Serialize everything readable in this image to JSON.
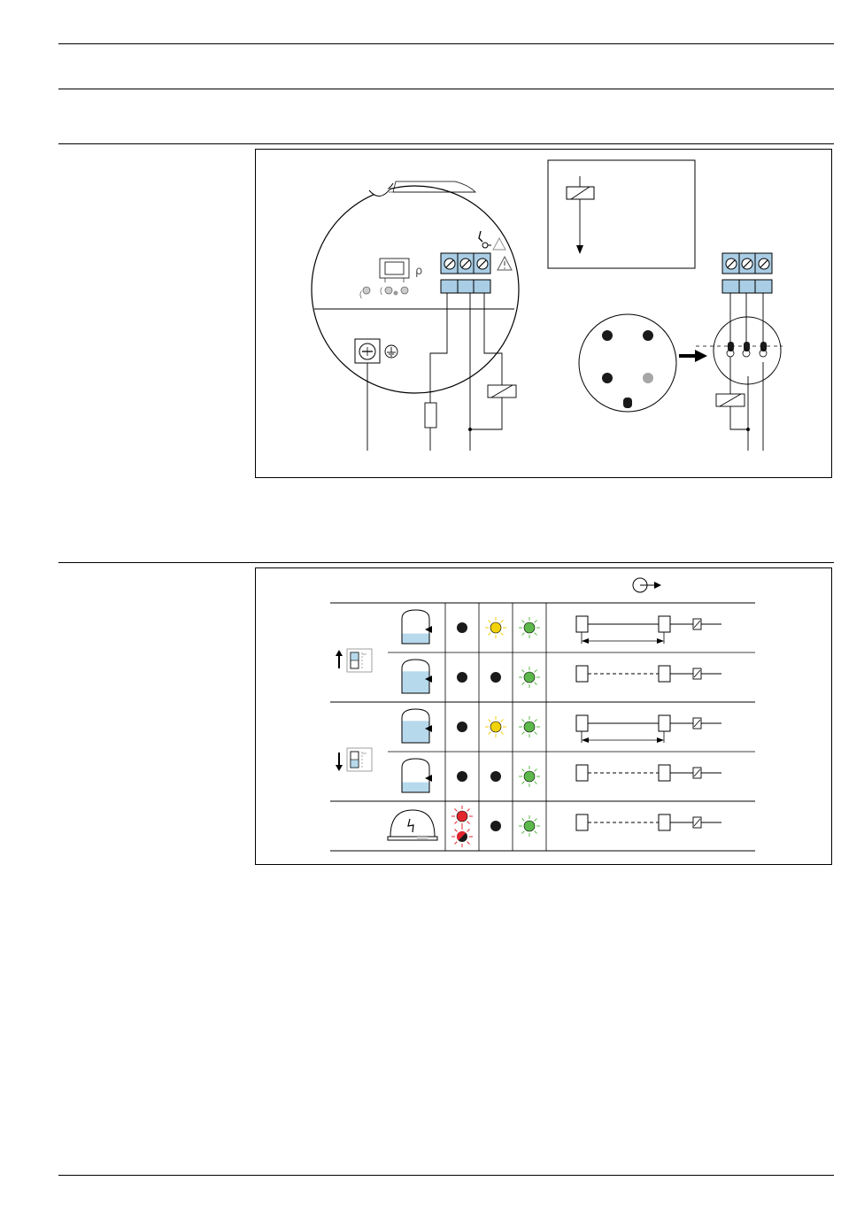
{
  "wiring_diagram": {
    "symbols": {
      "density_symbol": "ρ",
      "ground_icon": "protective-earth-icon",
      "esd_icon": "esd-warning-icon",
      "warning_icon": "warning-triangle-icon"
    },
    "terminal_block_main": {
      "terminal_count": 3
    },
    "terminal_block_plug": {
      "terminal_count": 3
    },
    "connector": {
      "pin_count": 4
    },
    "colors": {
      "terminal": "#a9cde4",
      "pin_grey": "#a6a6a6",
      "pin_black": "#1a1a1a"
    }
  },
  "status_table": {
    "signal_icon": "signal-output-icon",
    "colors": {
      "liquid": "#b7d9ec",
      "led_yellow": "#f2d20a",
      "led_green": "#5cb84a",
      "led_red": "#e3262e",
      "led_off": "#1a1a1a"
    },
    "groups": [
      {
        "switch": "max-safety-switch-up-icon",
        "rows": [
          1,
          2
        ]
      },
      {
        "switch": "min-safety-switch-down-icon",
        "rows": [
          3,
          4
        ]
      },
      {
        "switch": "",
        "rows": [
          5
        ]
      }
    ],
    "rows": [
      {
        "tank": "tank-level-low-icon",
        "fill_level": 0.3,
        "led1": "off",
        "led2": "yellow",
        "led3": "green",
        "relay": "closed"
      },
      {
        "tank": "tank-level-high-icon",
        "fill_level": 0.65,
        "led1": "off",
        "led2": "off",
        "led3": "green",
        "relay": "open"
      },
      {
        "tank": "tank-level-high-icon",
        "fill_level": 0.65,
        "led1": "off",
        "led2": "yellow",
        "led3": "green",
        "relay": "closed"
      },
      {
        "tank": "tank-level-low-icon",
        "fill_level": 0.3,
        "led1": "off",
        "led2": "off",
        "led3": "green",
        "relay": "open"
      },
      {
        "tank": "fault-icon",
        "fill_level": 0,
        "led1": "red",
        "led2": "off",
        "led3": "green",
        "relay": "open"
      }
    ]
  }
}
